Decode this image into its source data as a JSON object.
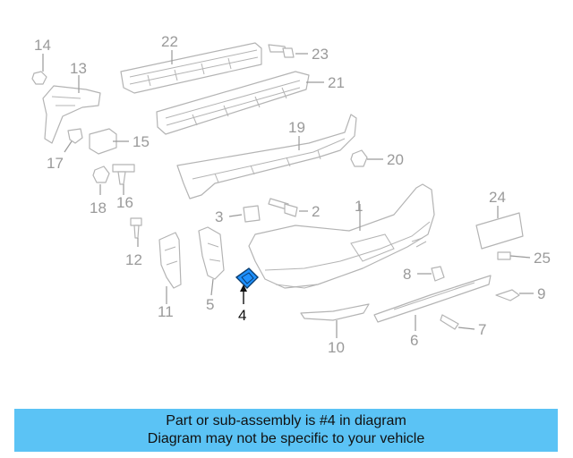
{
  "callouts": {
    "c1": "1",
    "c2": "2",
    "c3": "3",
    "c4": "4",
    "c5": "5",
    "c6": "6",
    "c7": "7",
    "c8": "8",
    "c9": "9",
    "c10": "10",
    "c11": "11",
    "c12": "12",
    "c13": "13",
    "c14": "14",
    "c15": "15",
    "c16": "16",
    "c17": "17",
    "c18": "18",
    "c19": "19",
    "c20": "20",
    "c21": "21",
    "c22": "22",
    "c23": "23",
    "c24": "24",
    "c25": "25"
  },
  "highlighted_part": "4",
  "colors": {
    "banner": "#5bc3f5",
    "highlight": "#1e90ff",
    "lines": "#b4b4b4"
  },
  "banner": {
    "line1": "Part or sub-assembly is #4 in diagram",
    "line2": "Diagram may not be specific to your vehicle"
  }
}
